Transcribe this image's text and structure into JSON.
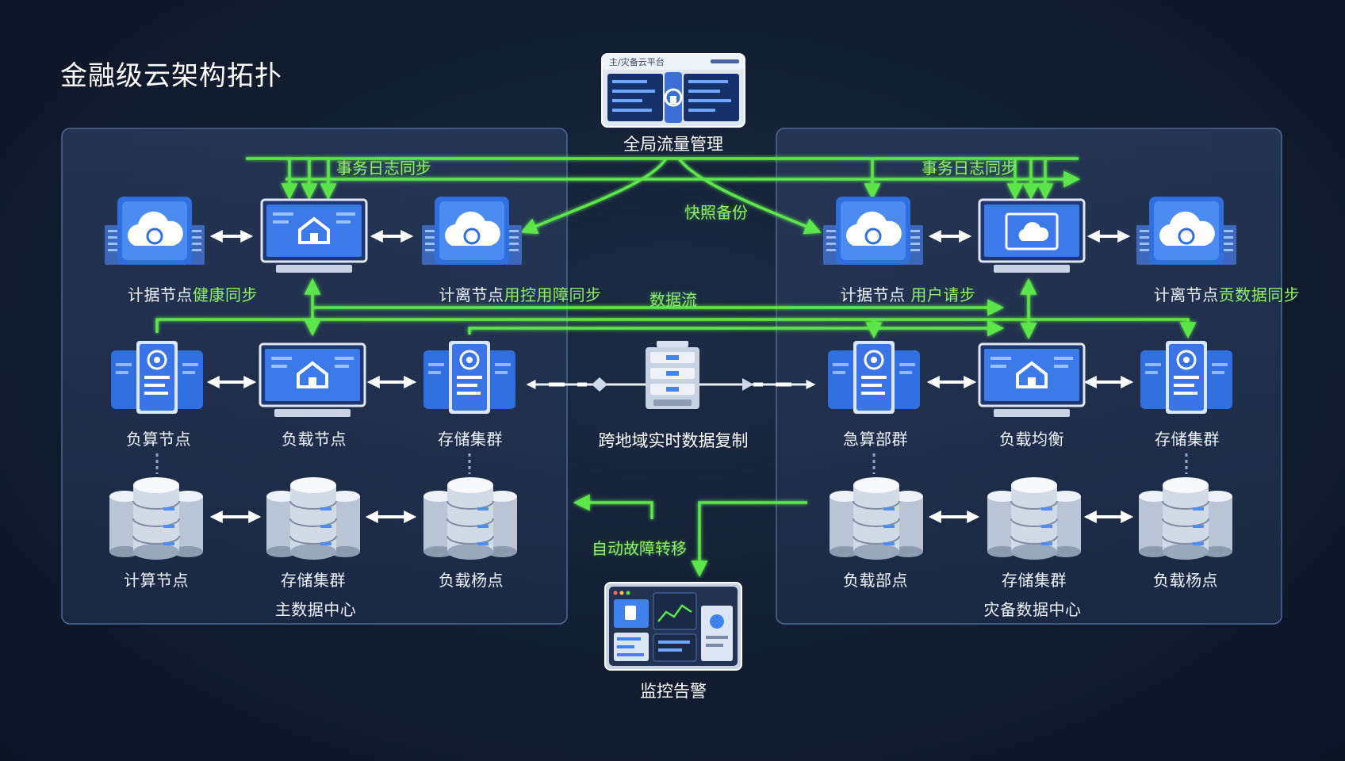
{
  "title": "金融级云架构拓扑",
  "top_panel": {
    "title_text": "主/灾备云平台",
    "label": "全局流量管理"
  },
  "flows": {
    "txn_log_sync_left": "事务日志同步",
    "txn_log_sync_right": "事务日志同步",
    "snapshot_backup": "快照备份",
    "data_flow": "数据流",
    "cross_region_replication": "跨地域实时数据复制",
    "auto_failover": "自动故障转移"
  },
  "monitor": {
    "label": "监控告警"
  },
  "primary_dc": {
    "name": "主数据中心",
    "row1": [
      {
        "name": "计据节点",
        "sync": "健康同步"
      },
      {
        "name": "",
        "sync": ""
      },
      {
        "name": "计离节点",
        "sync": "用控用障同步"
      }
    ],
    "row2": [
      "负算节点",
      "负载节点",
      "存储集群"
    ],
    "row3": [
      "计算节点",
      "存储集群",
      "负载杨点"
    ]
  },
  "dr_dc": {
    "name": "灾备数据中心",
    "row1": [
      {
        "name": "计据节点",
        "sync": "用户请步"
      },
      {
        "name": "",
        "sync": ""
      },
      {
        "name": "计离节点",
        "sync": "贡数据同步"
      }
    ],
    "row2": [
      "急算部群",
      "负载均衡",
      "存储集群"
    ],
    "row3": [
      "负载部点",
      "存储集群",
      "负载杨点"
    ]
  },
  "colors": {
    "accent_green": "#5ce64a",
    "panel_bg": "#1b2b45",
    "icon_blue": "#2f6fe0",
    "label_text": "#eef3fb"
  },
  "icons": [
    "cloud-server-icon",
    "monitor-home-icon",
    "gear-document-icon",
    "database-stack-icon",
    "server-rack-icon",
    "dashboard-icon"
  ]
}
